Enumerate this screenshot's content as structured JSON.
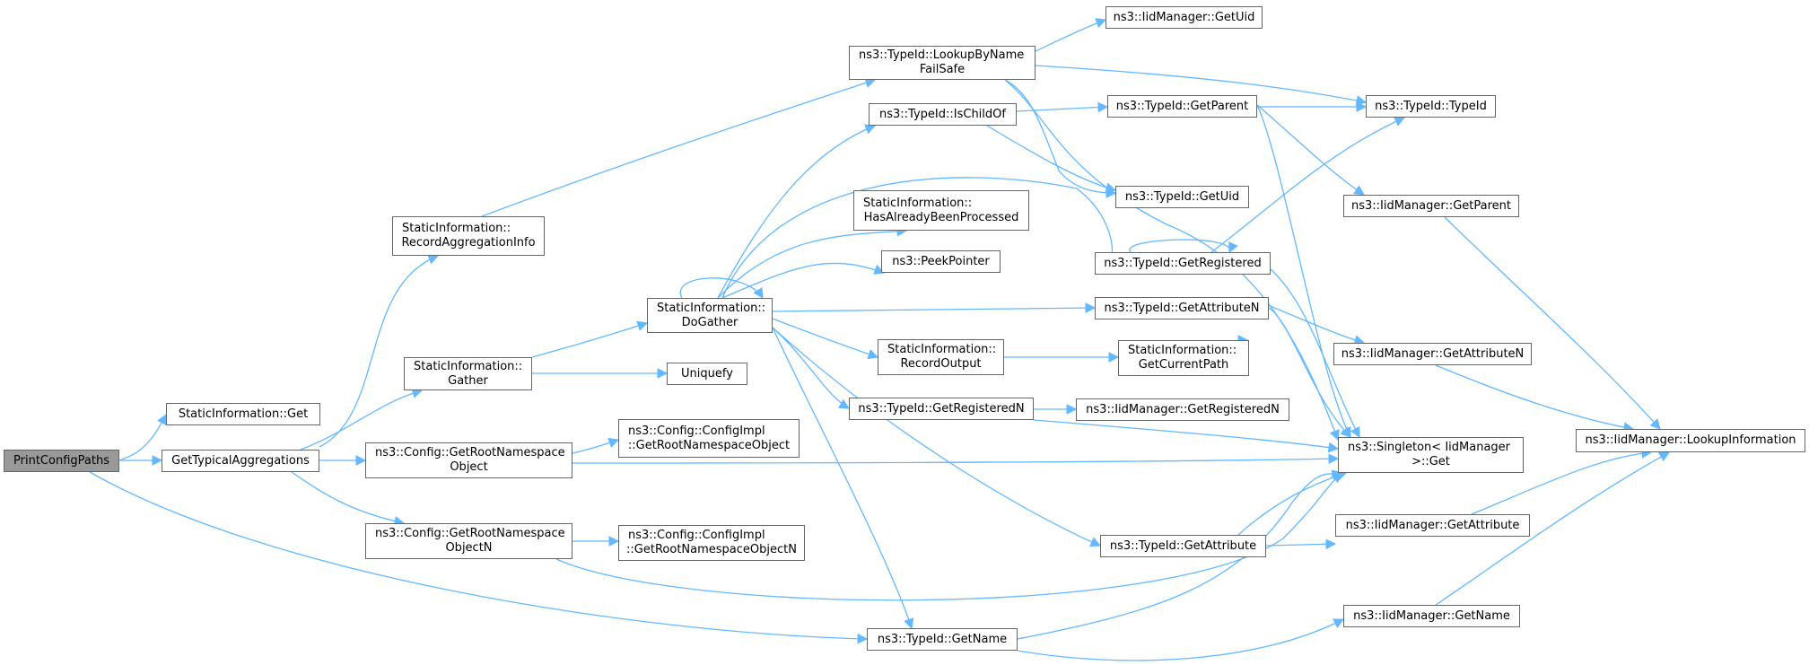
{
  "colors": {
    "edge": "#63b8ff",
    "node_border": "#666666",
    "root_fill": "#999999",
    "node_fill": "#ffffff"
  },
  "nodes": {
    "print_config_paths": {
      "lines": [
        "PrintConfigPaths"
      ]
    },
    "static_info_get": {
      "lines": [
        "StaticInformation::Get"
      ]
    },
    "get_typical_aggregations": {
      "lines": [
        "GetTypicalAggregations"
      ]
    },
    "record_aggregation_info": {
      "lines": [
        "StaticInformation::",
        "RecordAggregationInfo"
      ]
    },
    "static_info_gather": {
      "lines": [
        "StaticInformation::",
        "Gather"
      ]
    },
    "get_root_namespace_object": {
      "lines": [
        "ns3::Config::GetRootNamespace",
        "Object"
      ]
    },
    "get_root_namespace_object_n": {
      "lines": [
        "ns3::Config::GetRootNamespace",
        "ObjectN"
      ]
    },
    "do_gather": {
      "lines": [
        "StaticInformation::",
        "DoGather"
      ]
    },
    "uniquefy": {
      "lines": [
        "Uniquefy"
      ]
    },
    "config_impl_get_root_ns_object": {
      "lines": [
        "ns3::Config::ConfigImpl",
        "::GetRootNamespaceObject"
      ]
    },
    "config_impl_get_root_ns_object_n": {
      "lines": [
        "ns3::Config::ConfigImpl",
        "::GetRootNamespaceObjectN"
      ]
    },
    "lookup_by_name_failsafe": {
      "lines": [
        "ns3::TypeId::LookupByName",
        "FailSafe"
      ]
    },
    "typeid_is_child_of": {
      "lines": [
        "ns3::TypeId::IsChildOf"
      ]
    },
    "has_already_been_processed": {
      "lines": [
        "StaticInformation::",
        "HasAlreadyBeenProcessed"
      ]
    },
    "peek_pointer": {
      "lines": [
        "ns3::PeekPointer"
      ]
    },
    "record_output": {
      "lines": [
        "StaticInformation::",
        "RecordOutput"
      ]
    },
    "typeid_get_registered_n": {
      "lines": [
        "ns3::TypeId::GetRegisteredN"
      ]
    },
    "typeid_get_name": {
      "lines": [
        "ns3::TypeId::GetName"
      ]
    },
    "iidmanager_get_uid": {
      "lines": [
        "ns3::IidManager::GetUid"
      ]
    },
    "typeid_get_parent": {
      "lines": [
        "ns3::TypeId::GetParent"
      ]
    },
    "typeid_get_uid": {
      "lines": [
        "ns3::TypeId::GetUid"
      ]
    },
    "typeid_get_registered": {
      "lines": [
        "ns3::TypeId::GetRegistered"
      ]
    },
    "typeid_get_attribute_n": {
      "lines": [
        "ns3::TypeId::GetAttributeN"
      ]
    },
    "get_current_path": {
      "lines": [
        "StaticInformation::",
        "GetCurrentPath"
      ]
    },
    "iidmanager_get_registered_n": {
      "lines": [
        "ns3::IidManager::GetRegisteredN"
      ]
    },
    "typeid_get_attribute": {
      "lines": [
        "ns3::TypeId::GetAttribute"
      ]
    },
    "typeid_typeid": {
      "lines": [
        "ns3::TypeId::TypeId"
      ]
    },
    "iidmanager_get_parent": {
      "lines": [
        "ns3::IidManager::GetParent"
      ]
    },
    "iidmanager_get_attribute_n": {
      "lines": [
        "ns3::IidManager::GetAttributeN"
      ]
    },
    "singleton_get": {
      "lines": [
        "ns3::Singleton< IidManager",
        ">::Get"
      ]
    },
    "iidmanager_get_attribute": {
      "lines": [
        "ns3::IidManager::GetAttribute"
      ]
    },
    "iidmanager_get_name": {
      "lines": [
        "ns3::IidManager::GetName"
      ]
    },
    "iidmanager_lookup_information": {
      "lines": [
        "ns3::IidManager::LookupInformation"
      ]
    }
  }
}
